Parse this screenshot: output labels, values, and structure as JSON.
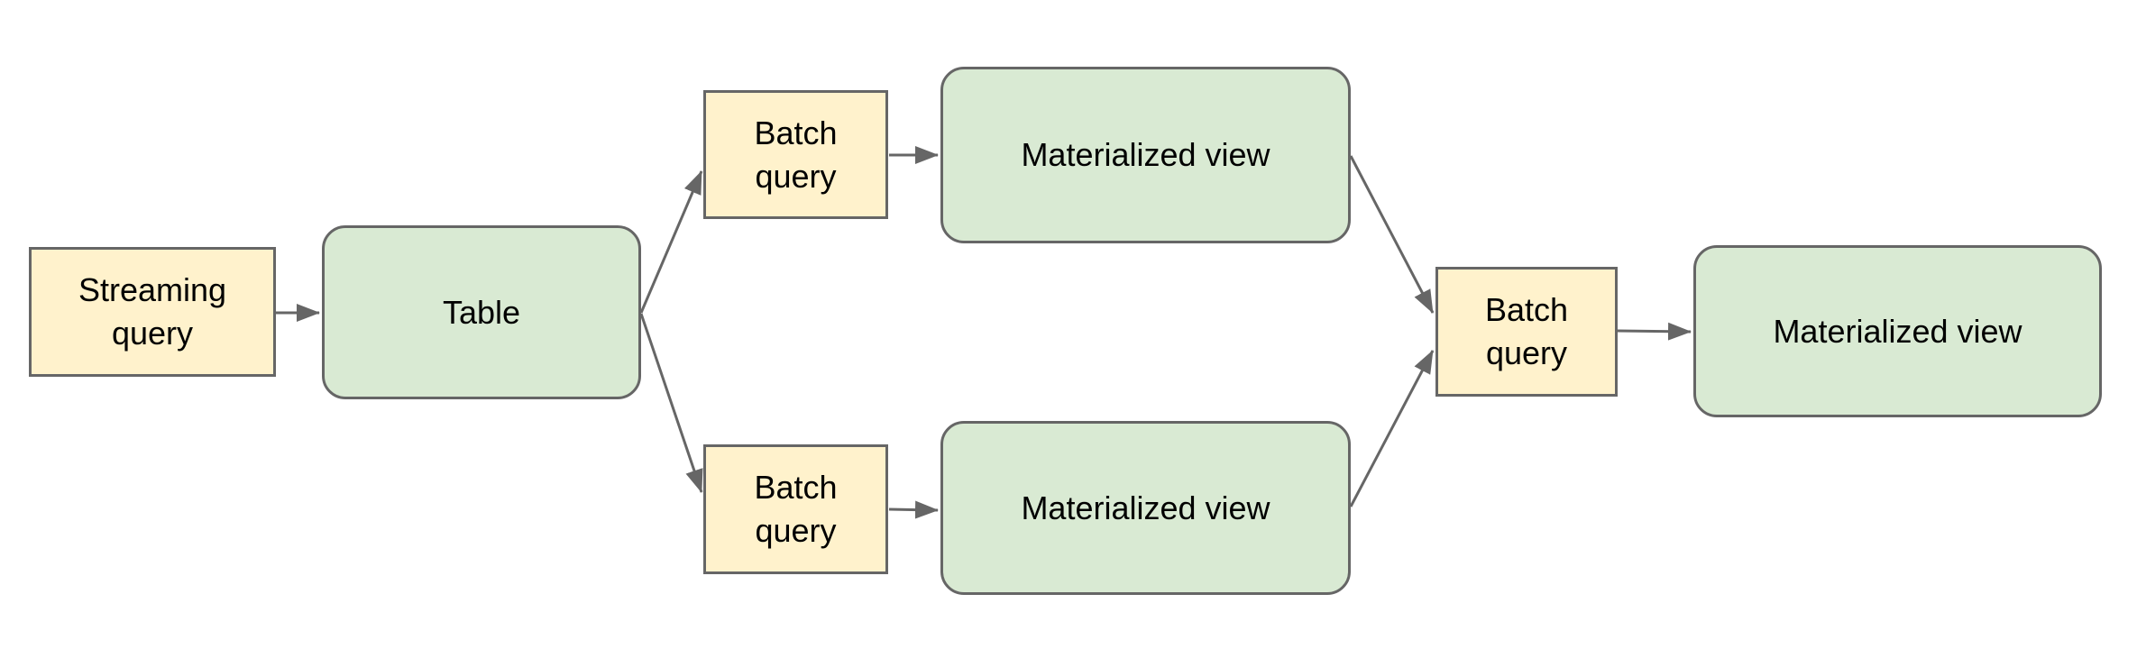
{
  "diagram": {
    "colors": {
      "query_fill": "#fff2cc",
      "table_fill": "#d9ead3",
      "border": "#666666",
      "arrow": "#666666",
      "text": "#000000",
      "background": "#ffffff"
    },
    "nodes": {
      "streaming_query": {
        "label": "Streaming\nquery",
        "kind": "query"
      },
      "table": {
        "label": "Table",
        "kind": "table"
      },
      "batch_query_top": {
        "label": "Batch\nquery",
        "kind": "query"
      },
      "materialized_view_top": {
        "label": "Materialized view",
        "kind": "table"
      },
      "batch_query_bottom": {
        "label": "Batch\nquery",
        "kind": "query"
      },
      "materialized_view_bottom": {
        "label": "Materialized view",
        "kind": "table"
      },
      "batch_query_right": {
        "label": "Batch\nquery",
        "kind": "query"
      },
      "materialized_view_right": {
        "label": "Materialized view",
        "kind": "table"
      }
    },
    "edges": [
      {
        "from": "streaming_query",
        "to": "table"
      },
      {
        "from": "table",
        "to": "batch_query_top"
      },
      {
        "from": "table",
        "to": "batch_query_bottom"
      },
      {
        "from": "batch_query_top",
        "to": "materialized_view_top"
      },
      {
        "from": "batch_query_bottom",
        "to": "materialized_view_bottom"
      },
      {
        "from": "materialized_view_top",
        "to": "batch_query_right"
      },
      {
        "from": "materialized_view_bottom",
        "to": "batch_query_right"
      },
      {
        "from": "batch_query_right",
        "to": "materialized_view_right"
      }
    ]
  }
}
